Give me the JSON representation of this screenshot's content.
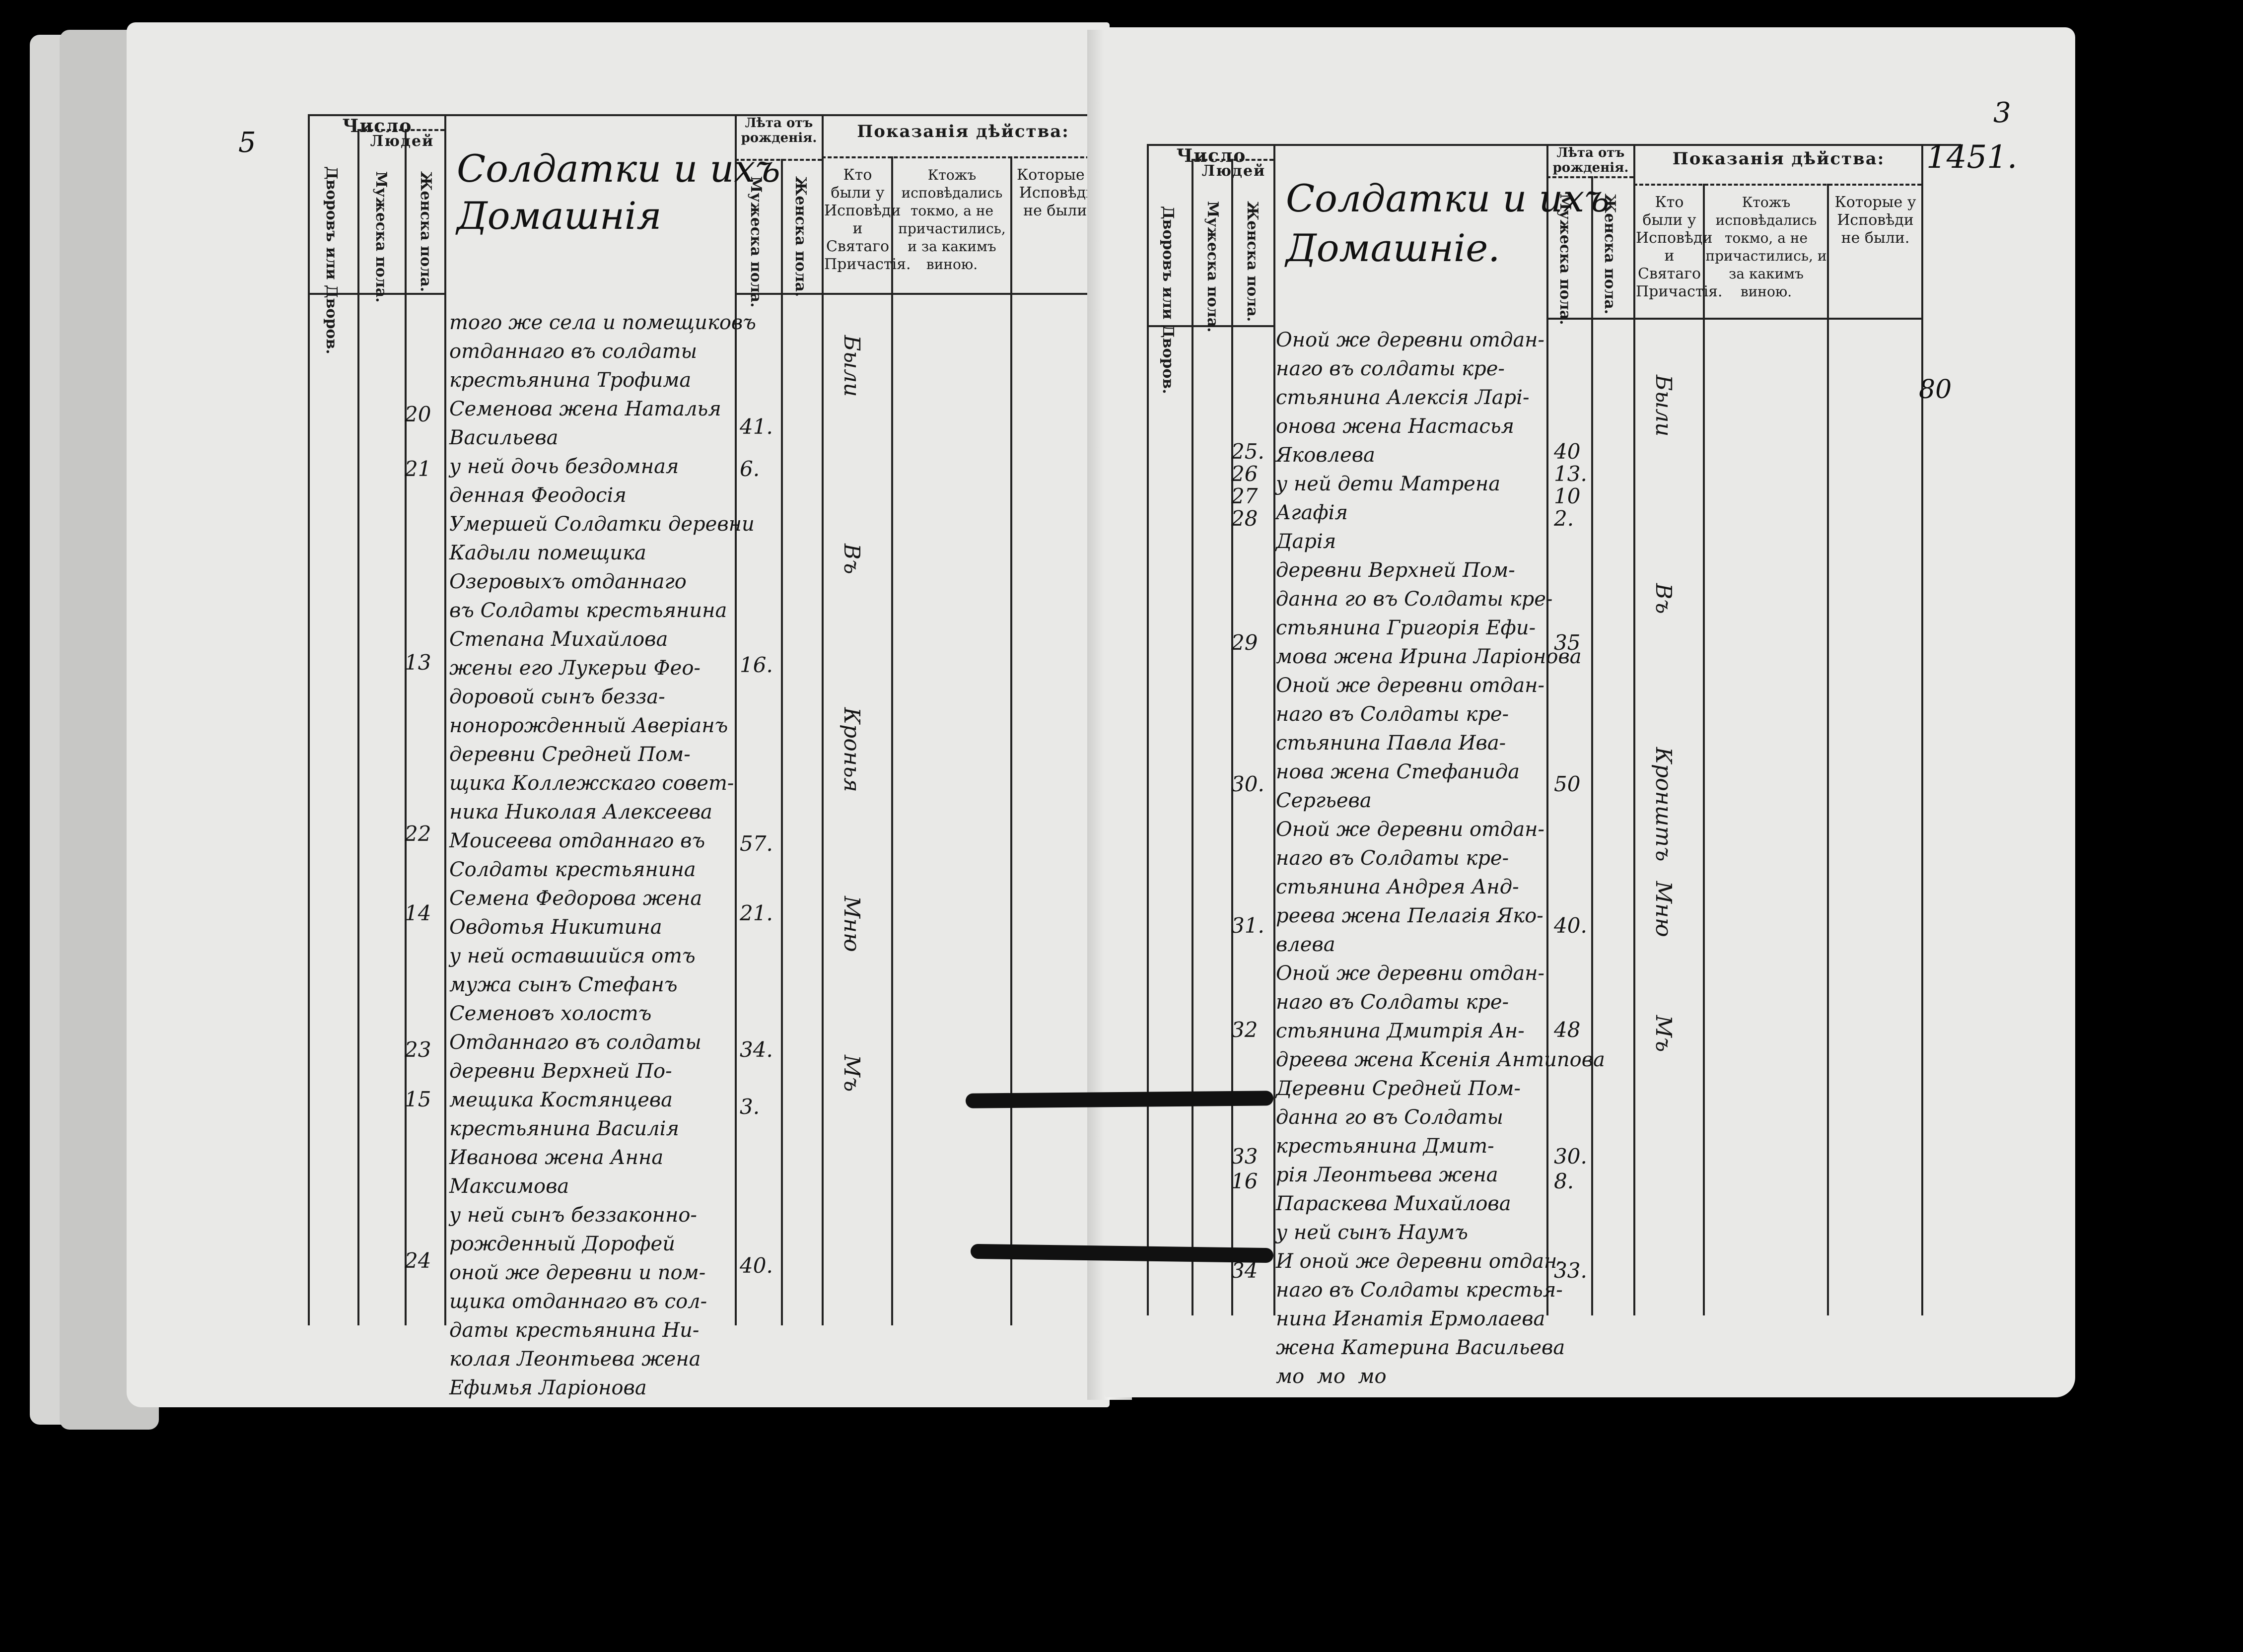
{
  "header": {
    "chislo": "Число",
    "lyudey": "Людей",
    "dvorov": "Дворовъ или Дворов.",
    "muzh_pola": "Мужеска пола.",
    "zhen_pola": "Женска пола.",
    "leta_ot": "Лѣта отъ рожденія.",
    "pokazaniya": "Показанія дѣйства:",
    "kto_byli": "Кто были у Исповѣди и Святаго Причастія.",
    "ktozh": "Ктожъ исповѣдались токмо, а не причастились, и за какимъ виною.",
    "kotorye": "Которые у Исповѣди не были."
  },
  "left_page": {
    "title": [
      "Солдатки и ихъ",
      "Домашнія"
    ],
    "corner_mark": "5",
    "entries_text": [
      "того же села и помещиковъ",
      "отданнаго въ солдаты",
      "крестьянина Трофима",
      "Семенова жена Наталья",
      "Васильева",
      "у ней дочь бездомная",
      "денная Феодосія",
      "Умершей Солдатки деревни",
      "Кадыли помещика",
      "Озеровыхъ отданнаго",
      "въ Солдаты крестьянина",
      "Степана Михайлова",
      "жены его Лукерьи Фео-",
      "доровой сынъ безза-",
      "нонорожденный Аверіанъ",
      "деревни Средней Пом-",
      "щика Коллежскаго совет-",
      "ника Николая Алексеева",
      "Моисеева отданнаго въ",
      "Солдаты крестьянина",
      "Семена Федорова жена",
      "Овдотья Никитина",
      "у ней оставшийся отъ",
      "мужа сынъ Стефанъ",
      "Семеновъ холостъ",
      "Отданнаго въ солдаты",
      "деревни Верхней По-",
      "мещика Костянцева",
      "крестьянина Василія",
      "Иванова жена Анна",
      "Максимова",
      "у ней сынъ беззаконно-",
      "рожденный Дорофей",
      "оной же деревни и пом-",
      "щика отданнаго въ сол-",
      "даты крестьянина Ни-",
      "колая Леонтьева жена",
      "Ефимья Ларіонова"
    ],
    "col_nums": [
      "20",
      "21",
      "13",
      "22",
      "14",
      "23",
      "15",
      "24"
    ],
    "ages": [
      "41.",
      "6.",
      "16.",
      "57.",
      "21.",
      "34.",
      "3.",
      "40."
    ],
    "marks": [
      "Были",
      "Въ",
      "Кронья",
      "Мню",
      "Мъ"
    ]
  },
  "right_page": {
    "title": [
      "Солдатки и ихъ",
      "Домашніе."
    ],
    "corner_mark": "3",
    "page_num": "1451.",
    "side_note": "80",
    "entries_text": [
      "Оной же деревни отдан-",
      "наго въ солдаты кре-",
      "стьянина Алексія Ларі-",
      "онова жена Настасья",
      "Яковлева",
      "у ней дети Матрена",
      "Агафія",
      "Дарія",
      "деревни Верхней Пом-",
      "данна го въ Солдаты кре-",
      "стьянина Григорія Ефи-",
      "мова жена Ирина Ларіонова",
      "Оной же деревни отдан-",
      "наго въ Солдаты кре-",
      "стьянина Павла Ива-",
      "нова жена Стефанида",
      "Сергьева",
      "Оной же деревни отдан-",
      "наго въ Солдаты кре-",
      "стьянина Андрея Анд-",
      "реева жена Пелагія Яко-",
      "влева",
      "Оной же деревни отдан-",
      "наго въ Солдаты кре-",
      "стьянина Дмитрія Ан-",
      "дреева жена Ксенія Антипова",
      "Деревни Средней Пом-",
      "данна го въ Солдаты",
      "крестьянина Дмит-",
      "рія Леонтьева жена",
      "Параскева Михайлова",
      "у ней сынъ Наумъ",
      "И оной же деревни отдан-",
      "наго въ Солдаты крестья-",
      "нина Игнатія Ермолаева",
      "жена Катерина Васильева",
      "мо  мо  мо"
    ],
    "col_nums": [
      "25.",
      "26",
      "27",
      "28",
      "29",
      "30.",
      "31.",
      "32",
      "33",
      "16",
      "34"
    ],
    "ages": [
      "40",
      "13.",
      "10",
      "2.",
      "35",
      "50",
      "40.",
      "48",
      "30.",
      "8.",
      "33."
    ],
    "marks": [
      "Были",
      "Въ",
      "Кронштъ",
      "Мню",
      "Мъ"
    ]
  }
}
